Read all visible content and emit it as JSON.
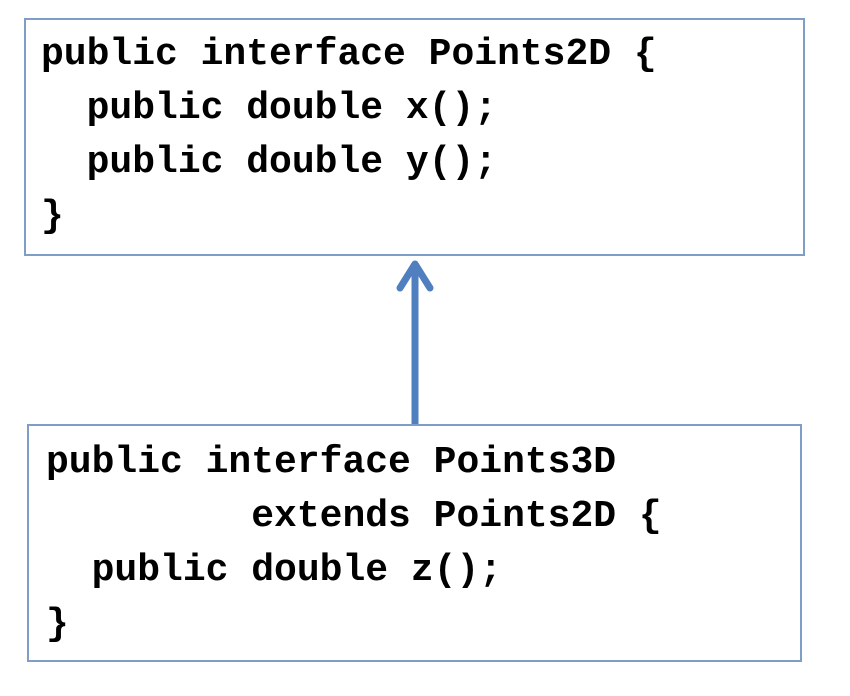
{
  "diagram": {
    "relationship": "extends",
    "arrow_color": "#4f7fbf",
    "box_border_color": "#7e9ec7",
    "parent_interface": {
      "lines": [
        "public interface Points2D {",
        "  public double x();",
        "  public double y();",
        "}"
      ]
    },
    "child_interface": {
      "lines": [
        "public interface Points3D",
        "         extends Points2D {",
        "  public double z();",
        "}"
      ]
    }
  }
}
